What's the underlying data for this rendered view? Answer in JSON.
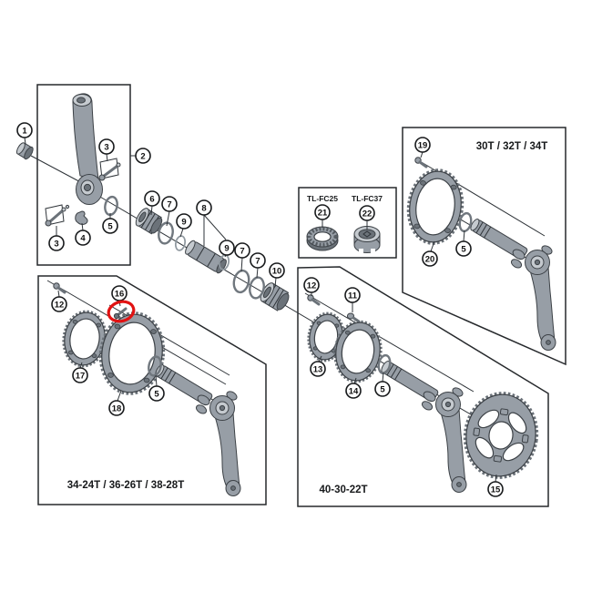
{
  "diagram": {
    "labels": {
      "single_box": "30T / 32T / 34T",
      "double_box": "34-24T / 36-26T / 38-28T",
      "triple_box": "40-30-22T",
      "tool_left": "TL-FC25",
      "tool_right": "TL-FC37"
    },
    "callouts": {
      "crank_cap": "1",
      "left_crank_arm": "2",
      "pinch_bolt_upper": "3",
      "pinch_bolt_lower": "3",
      "safety_plate": "4",
      "oring_left": "5",
      "bb_cup_left": "6",
      "bb_oring_1": "7",
      "bb_ring_1": "9",
      "bb_sleeve": "8",
      "bb_ring_2": "9",
      "bb_oring_2": "7",
      "bb_oring_3": "7",
      "bb_cup_right": "10",
      "tool_fc25_num": "21",
      "tool_fc37_num": "22",
      "ring_bolt_single": "19",
      "chainring_single": "20",
      "oring_single": "5",
      "fixing_bolt_double": "12",
      "ring_bolt_double": "16",
      "chainring_small_double": "17",
      "chainring_large_double": "18",
      "oring_double": "5",
      "fixing_bolt_triple": "12",
      "ring_bolt_triple": "11",
      "chainring_small_triple": "13",
      "chainring_mid_triple": "14",
      "oring_triple": "5",
      "chainring_large_triple": "15"
    },
    "highlight": {
      "color": "#e11212",
      "target_callout": "16"
    },
    "colors": {
      "part_mid": "#979ea6",
      "part_light": "#c5cacf",
      "part_dark": "#6b7279",
      "outline": "#3c4146",
      "highlight": "#e11212"
    }
  }
}
